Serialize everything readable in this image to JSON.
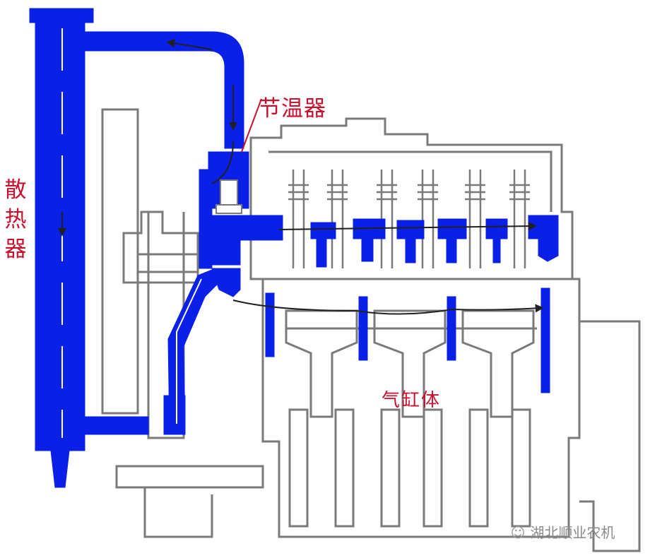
{
  "labels": {
    "thermostat": "节温器",
    "radiator": "散热器",
    "cylinder_block": "气缸体"
  },
  "watermark": {
    "icon": "wechat-icon",
    "text": "湖北顺业农机"
  },
  "colors": {
    "coolant": "#0b20e6",
    "label": "#c8102e",
    "outline": "#7a7a7a",
    "flow_line": "#202020"
  }
}
